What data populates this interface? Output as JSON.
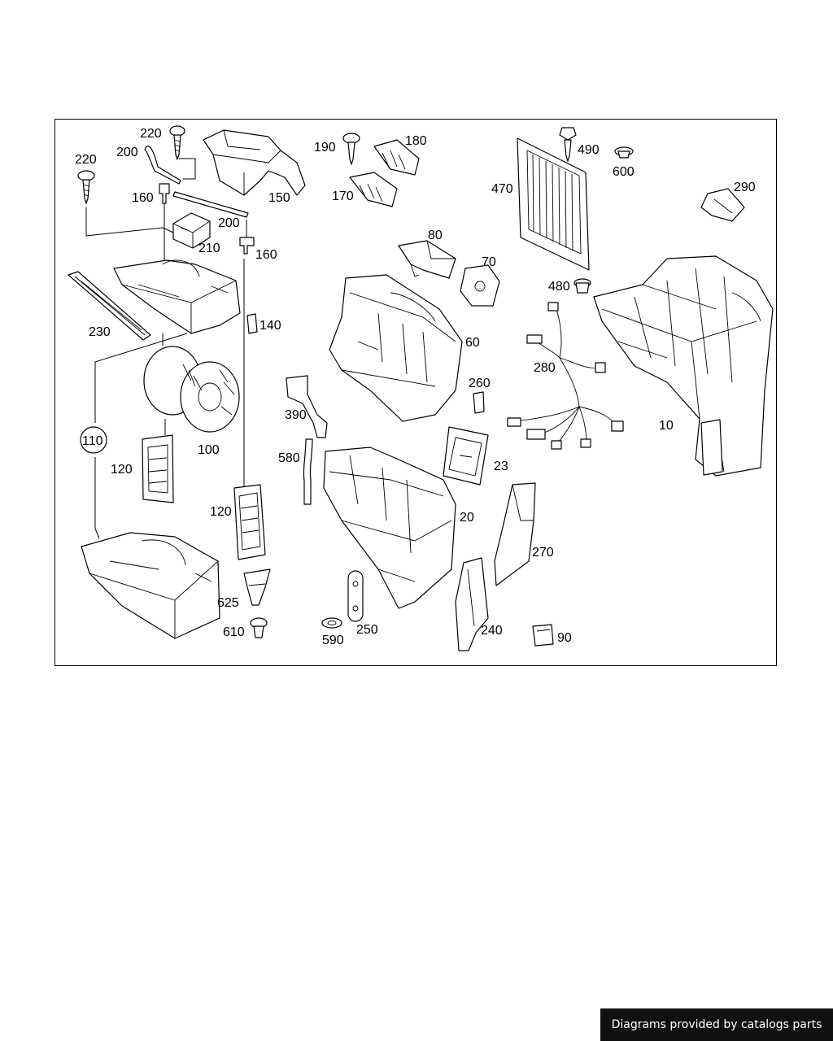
{
  "callouts": [
    "220",
    "200",
    "160",
    "150",
    "220",
    "210",
    "200",
    "160",
    "190",
    "180",
    "170",
    "80",
    "70",
    "60",
    "490",
    "470",
    "600",
    "290",
    "480",
    "230",
    "140",
    "110",
    "100",
    "120",
    "390",
    "260",
    "280",
    "10",
    "580",
    "23",
    "120",
    "20",
    "270",
    "625",
    "610",
    "250",
    "590",
    "240",
    "90"
  ],
  "footer": "Diagrams provided by catalogs parts"
}
